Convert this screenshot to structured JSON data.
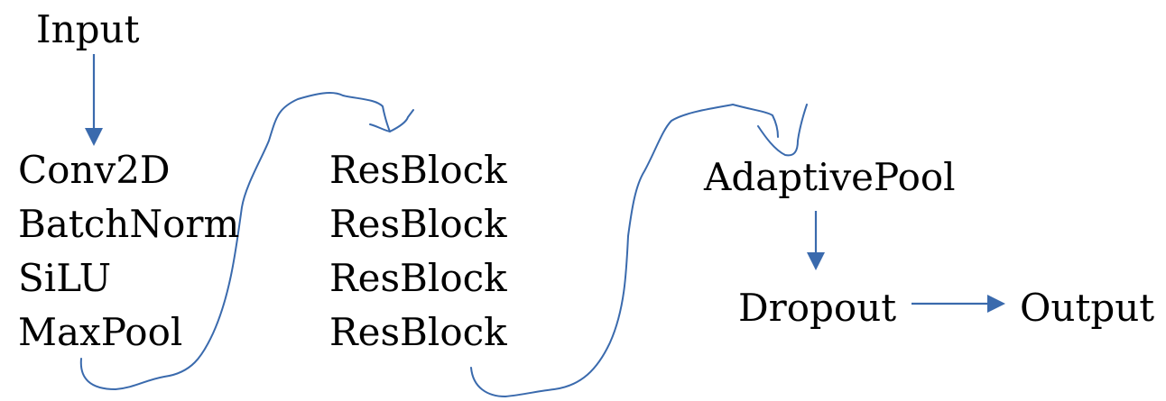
{
  "diagram": {
    "input": "Input",
    "stem": {
      "items": [
        {
          "label": "Conv2D"
        },
        {
          "label": "BatchNorm"
        },
        {
          "label": "SiLU"
        },
        {
          "label": "MaxPool"
        }
      ]
    },
    "blocks": {
      "items": [
        {
          "label": "ResBlock"
        },
        {
          "label": "ResBlock"
        },
        {
          "label": "ResBlock"
        },
        {
          "label": "ResBlock"
        }
      ]
    },
    "adaptive_pool": "AdaptivePool",
    "dropout": "Dropout",
    "output": "Output"
  },
  "colors": {
    "connector": "#3a6aad",
    "text": "#000000"
  }
}
